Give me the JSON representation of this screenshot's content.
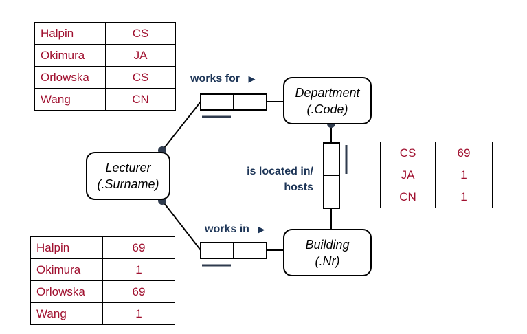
{
  "entities": {
    "lecturer": {
      "name": "Lecturer",
      "refmode": "(.Surname)"
    },
    "department": {
      "name": "Department",
      "refmode": "(.Code)"
    },
    "building": {
      "name": "Building",
      "refmode": "(.Nr)"
    }
  },
  "facts": {
    "works_for": {
      "reading": "works for",
      "arrow": "▶"
    },
    "works_in": {
      "reading": "works in",
      "arrow": "▶"
    },
    "located": {
      "reading_line1": "is located in/",
      "reading_line2": "hosts"
    }
  },
  "tables": {
    "works_for": [
      [
        "Halpin",
        "CS"
      ],
      [
        "Okimura",
        "JA"
      ],
      [
        "Orlowska",
        "CS"
      ],
      [
        "Wang",
        "CN"
      ]
    ],
    "works_in": [
      [
        "Halpin",
        "69"
      ],
      [
        "Okimura",
        "1"
      ],
      [
        "Orlowska",
        "69"
      ],
      [
        "Wang",
        "1"
      ]
    ],
    "located": [
      [
        "CS",
        "69"
      ],
      [
        "JA",
        "1"
      ],
      [
        "CN",
        "1"
      ]
    ]
  },
  "colors": {
    "text_dark_red": "#a0102f",
    "label_navy": "#1d3557",
    "dot": "#2f3b4e"
  }
}
